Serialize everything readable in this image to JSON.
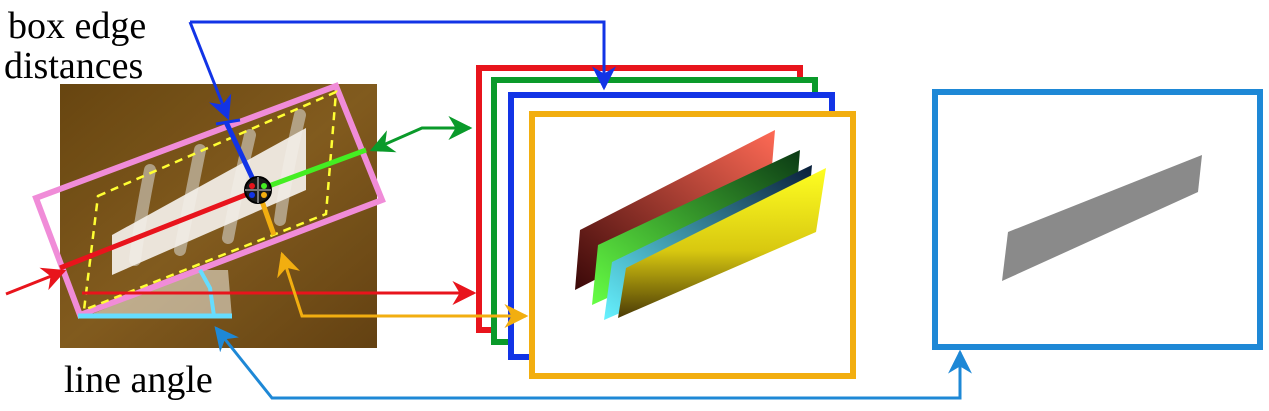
{
  "labels": {
    "box_edge_line1": "box edge",
    "box_edge_line2": "distances",
    "line_angle": "line angle"
  },
  "colors": {
    "red": "#e8141c",
    "green": "#0a9a2a",
    "bright_green": "#44ee22",
    "blue": "#1234e6",
    "orange": "#f2ae10",
    "cyan_blue": "#1e88d6",
    "light_cyan": "#66ddff",
    "pink": "#f08cd8",
    "yellow_dashed": "#ffff33",
    "gray_mask": "#8a8a8a",
    "photo_brown": "#7a5418"
  },
  "icons": {
    "center_marker": "crosshair-circle-icon"
  }
}
